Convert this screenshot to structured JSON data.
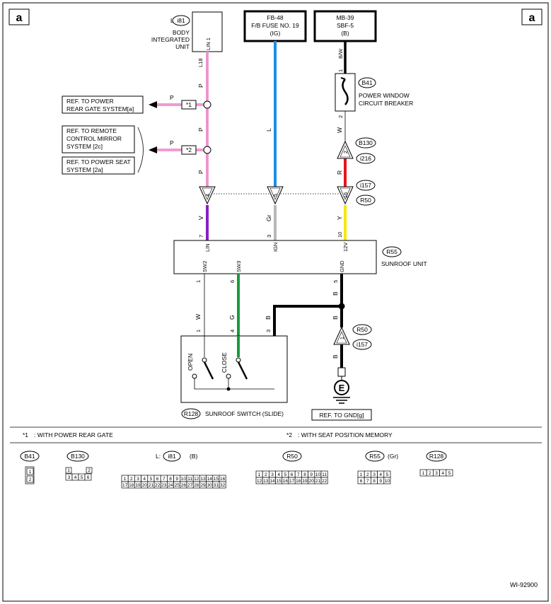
{
  "corner_labels": {
    "left": "a",
    "right": "a"
  },
  "diagram_id": "WI-92900",
  "top_sources": {
    "body_unit": {
      "prefix": "L:",
      "connector": "i81",
      "line1": "BODY",
      "line2": "INTEGRATED",
      "line3": "UNIT",
      "pin_name": "LIN 1",
      "pin_no": "L18"
    },
    "fuse": {
      "line1": "FB-48",
      "line2": "F/B FUSE NO. 19",
      "line3": "(IG)"
    },
    "sbf": {
      "line1": "MB-39",
      "line2": "SBF-5",
      "line3": "(B)"
    }
  },
  "breaker": {
    "connector": "B41",
    "line1": "POWER WINDOW",
    "line2": "CIRCUIT BREAKER",
    "pin_top": "1",
    "pin_bottom": "2",
    "wire_top": "B/W"
  },
  "references": {
    "rear_gate_1": "REF. TO POWER",
    "rear_gate_2": "REAR GATE SYSTEM[a]",
    "mirror_1": "REF. TO REMOTE",
    "mirror_2": "CONTROL MIRROR",
    "mirror_3": "SYSTEM [2c]",
    "seat_1": "REF. TO POWER SEAT",
    "seat_2": "SYSTEM [2a]",
    "gnd": "REF. TO GND[g]",
    "star1": "*1",
    "star2": "*2",
    "wire_p": "P"
  },
  "wires": {
    "lin_p1": "P",
    "lin_p2": "P",
    "lin_p3": "P",
    "lin_p4": "P",
    "ign_l": "L",
    "b12_w": "W",
    "b12_r": "R",
    "lin_v": "V",
    "ign_gr": "Gr",
    "b12_y": "Y",
    "sw2_w": "W",
    "sw3_g": "G",
    "gnd_b1": "B",
    "gnd_b2": "B",
    "gnd_b3": "B",
    "gnd_b4": "B"
  },
  "connectors": {
    "b130": "B130",
    "i216": "i216",
    "i157": "i157",
    "r50": "R50",
    "pin2": "2",
    "pin4": "4",
    "pin5": "5",
    "pin16": "16",
    "pin1": "1",
    "r50_low": "R50",
    "i157_low": "i157"
  },
  "sunroof_unit": {
    "connector": "R55",
    "label": "SUNROOF UNIT",
    "pin_lin": "LIN",
    "pin_ign": "IGN",
    "pin_12v": "12V",
    "pin_sw2": "SW2",
    "pin_sw3": "SW3",
    "pin_gnd": "GND",
    "n7": "7",
    "n3": "3",
    "n10": "10",
    "n1": "1",
    "n6": "6",
    "n5": "5"
  },
  "switch": {
    "connector": "R128",
    "label": "SUNROOF SWITCH (SLIDE)",
    "open": "OPEN",
    "close": "CLOSE",
    "n1": "1",
    "n4": "4",
    "n3": "3"
  },
  "ground": {
    "symbol": "E"
  },
  "notes": {
    "note1_mark": "*1",
    "note1": ": WITH POWER REAR GATE",
    "note2_mark": "*2",
    "note2": ": WITH SEAT POSITION MEMORY"
  },
  "connector_views": {
    "b41": {
      "name": "B41",
      "pins": [
        "1",
        "2"
      ]
    },
    "b130": {
      "name": "B130",
      "pins": [
        "1",
        "2",
        "3",
        "4",
        "5",
        "6"
      ]
    },
    "i81": {
      "prefix": "L:",
      "name": "i81",
      "suffix": "(B)",
      "row1": [
        "1",
        "2",
        "3",
        "4",
        "5",
        "6",
        "7",
        "8",
        "9",
        "10",
        "11",
        "12",
        "13",
        "14",
        "15",
        "16"
      ],
      "row2": [
        "17",
        "18",
        "19",
        "20",
        "21",
        "22",
        "23",
        "24",
        "25",
        "26",
        "27",
        "28",
        "29",
        "30",
        "31",
        "32"
      ]
    },
    "r50": {
      "name": "R50",
      "row1": [
        "1",
        "2",
        "3",
        "4",
        "5",
        "6",
        "7",
        "8",
        "9",
        "10",
        "11"
      ],
      "row2": [
        "12",
        "13",
        "14",
        "15",
        "16",
        "17",
        "18",
        "19",
        "20",
        "21",
        "22"
      ]
    },
    "r55": {
      "name": "R55",
      "suffix": "(Gr)",
      "row1": [
        "1",
        "2",
        "3",
        "4",
        "5"
      ],
      "row2": [
        "6",
        "7",
        "8",
        "9",
        "10"
      ]
    },
    "r128": {
      "name": "R128",
      "pins": [
        "1",
        "2",
        "3",
        "4",
        "5"
      ]
    }
  },
  "colors": {
    "pink": "#f29bd1",
    "blue": "#1a8ee6",
    "red": "#e8141c",
    "yellow": "#f7e70f",
    "purple": "#8a1fc4",
    "gray": "#b8b8b8",
    "green": "#1a9a3c",
    "black": "#000000"
  }
}
